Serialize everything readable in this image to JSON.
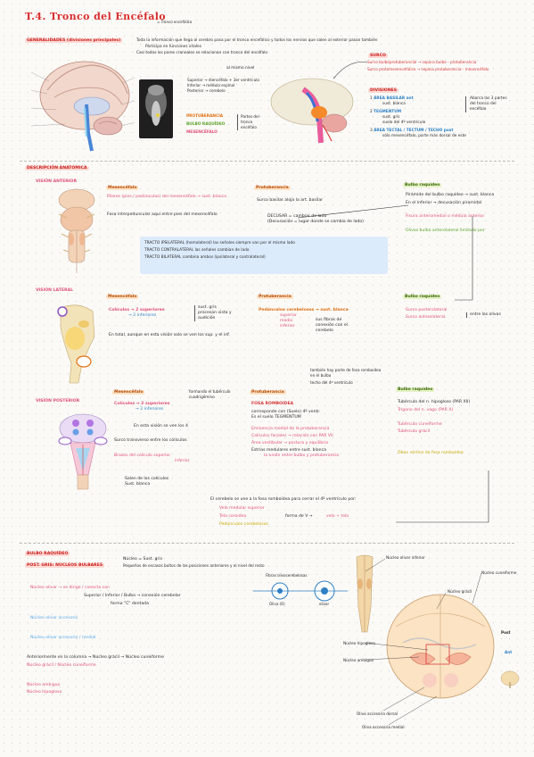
{
  "header": {
    "title": "T.4. Tronco del Encéfalo",
    "subtitle_tag": "= Tronco encefálico",
    "generalities_label": "GENERALIDADES (divisiones principales)",
    "intro_line1": "Toda la información que llega al cerebro pasa por el tronco encefálico y todos los nervios que salen al exterior pasan también",
    "intro_line2": "Participa en funciones vitales",
    "intro_line3": "Casi todos los pares craneales se relacionan con tronco del encéfalo",
    "intro_line4": "al mismo nivel",
    "nerve_lines": [
      "Superior → diencéfalo + 3er ventrículo",
      "Inferior → médula espinal",
      "Posterior → cerebelo"
    ],
    "parts_list": [
      "PROTUBERANCIA",
      "BULBO RAQUÍDEO",
      "MESENCÉFALO"
    ],
    "parts_brace": "Partes del tronco encéfalo",
    "surco_title": "SURCO",
    "surco_items": [
      "Surco bulboprotuberancial → separa bulbo - protuberancia",
      "Surco protomesencefálico → separa protuberancia - mesencéfalo"
    ],
    "divisiones_title": "DIVISIONES",
    "divisiones_items": [
      "ÁREA BASILAR ant",
      "TEGMENTUM",
      "ÁREA TECTAL / TECTUM / TECHO post"
    ],
    "divisiones_sub": [
      "sust. blanca",
      "sust. gris",
      "suelo del 4º ventrículo",
      "sólo mesencéfalo, parte más dorsal de este"
    ],
    "divisiones_brace": "Abarca las 3 partes del tronco del encéfalo"
  },
  "anatomy": {
    "section_label": "DESCRIPCIÓN ANATÓMICA",
    "views": [
      "VISIÓN ANTERIOR",
      "VISIÓN LATERAL",
      "VISIÓN POSTERIOR"
    ],
    "col_headers": [
      "Mesencéfalo",
      "Protuberancia",
      "Bulbo raquídeo"
    ],
    "anterior": {
      "mes": [
        "Pilares (pies / pedúnculos) del mesencéfalo → sust. blanca",
        "Fosa interpeduncular aquí entre pies del mesencéfalo"
      ],
      "pro": [
        "Surco basilar aloja la art. basilar"
      ],
      "bulbo": [
        "Pirámide del bulbo raquídeo → sust. blanca",
        "En el inferior → decusación piramidal",
        "Fisura anteromedial o médula anterior",
        "Olivas bulbo anterolateral limitado por"
      ],
      "decussation_note": [
        "DECUSAR = cambiar de lado",
        "(Decusación = lugar donde se cambia de lado)"
      ],
      "tracts": [
        "TRACTO IPSILATERAL (homolateral) las señales siempre van por el mismo lado",
        "TRACTO CONTRALATERAL las señales cambian de lado",
        "TRACTO BILATERAL combina ambos (ipsilateral y contralateral)"
      ]
    },
    "lateral": {
      "mes": [
        "Colículos → 2 superiores",
        "→ 2 inferiores",
        "sust. gris",
        "procesan vista y audición",
        "En total, aunque en esta visión solo se ven los sup. y el inf."
      ],
      "pro": [
        "Pedúnculos cerebelosos → sust. blanca",
        "superior",
        "medio",
        "inferior",
        "sus fibras de conexión con el cerebelo"
      ],
      "bulbo": [
        "Surco posterolateral",
        "Surco anterolateral",
        "entre las olivas"
      ]
    },
    "posterior": {
      "mes": [
        "Colículos → 2 superiores",
        "→ 2 inferiores",
        "formando el tubérculo cuadrigémino",
        "En esta visión se ven los 4",
        "Surco transverso entre los colículos",
        "Brazos del colículo superior",
        "inferior",
        "Salen de los colículos",
        "Sust. blanca"
      ],
      "pro": [
        "FOSA ROMBOIDEA",
        "corresponde con (Suelo) 4º ventr.",
        "Es el suelo TEGMENTUM",
        "Eminencia medial de la protuberancia",
        "Colículos faciales → relación con PAR VII",
        "Área vestibular → postura y equilibrio",
        "Estrías medulares entre sust. blanca",
        "la unión entre bulbo y protuberancia"
      ],
      "pro_note": [
        "también hay parte de fosa romboidea en el bulbo",
        "techo del 4º ventrículo"
      ],
      "bulbo": [
        "Tubérculo del n. hipogloso (PAR XII)",
        "Trígono del n. vago (PAR X)",
        "Tubérculo cuneiforme",
        "Tubérculo grácil",
        "Óbex vértice de fosa romboidea"
      ],
      "bottom": [
        "El cerebelo se une a la fosa romboidea para cerrar el 4º ventrículo por:",
        "Velo medular superior",
        "Tela coroidea",
        "Pedúnculos cerebelosos"
      ],
      "bottom_side": [
        "forma de V →",
        "velo + tela"
      ]
    }
  },
  "bulbo_section": {
    "label": "BULBO RAQUÍDEO",
    "sub_label": "POST. GRIS: NÚCLEOS BULBARES",
    "intro": [
      "Núcleo = Sust. gris",
      "Pequeños de escasos bultos de las posiciones anteriores y el nivel del resto"
    ],
    "items": [
      "Núcleo olivar → se dirige / conecta con",
      "Superior / Inferior / Bulbo → conexión cerebelar",
      "forma \"C\" dentada",
      "Núcleo olivar accesorio",
      "Núcleo olivar accesorio / medial",
      "Anteriormente en la columna → Núcleo grácil → Núcleo cuneiforme",
      "Núcleo grácil / Núcleo cuneiforme",
      "Núcleo ambiguo",
      "Núcleo hipogloso"
    ],
    "diagram_labels": [
      "Núcleo olivar inferior",
      "Núcleo grácil",
      "Núcleo cuneiforme",
      "Núcleo hipogloso",
      "Núcleo ambiguo",
      "Oliva accesoria dorsal",
      "Oliva accesoria medial",
      "Post",
      "Ant"
    ],
    "circle_diagram": [
      "Fibras olivocerebelosas",
      "Oliva (O)",
      "olivar"
    ]
  },
  "colors": {
    "title": "#d92d2d",
    "pink": "#e0507a",
    "orange": "#e17012",
    "green": "#5ca32a",
    "blue_box": "#dcebfb"
  }
}
